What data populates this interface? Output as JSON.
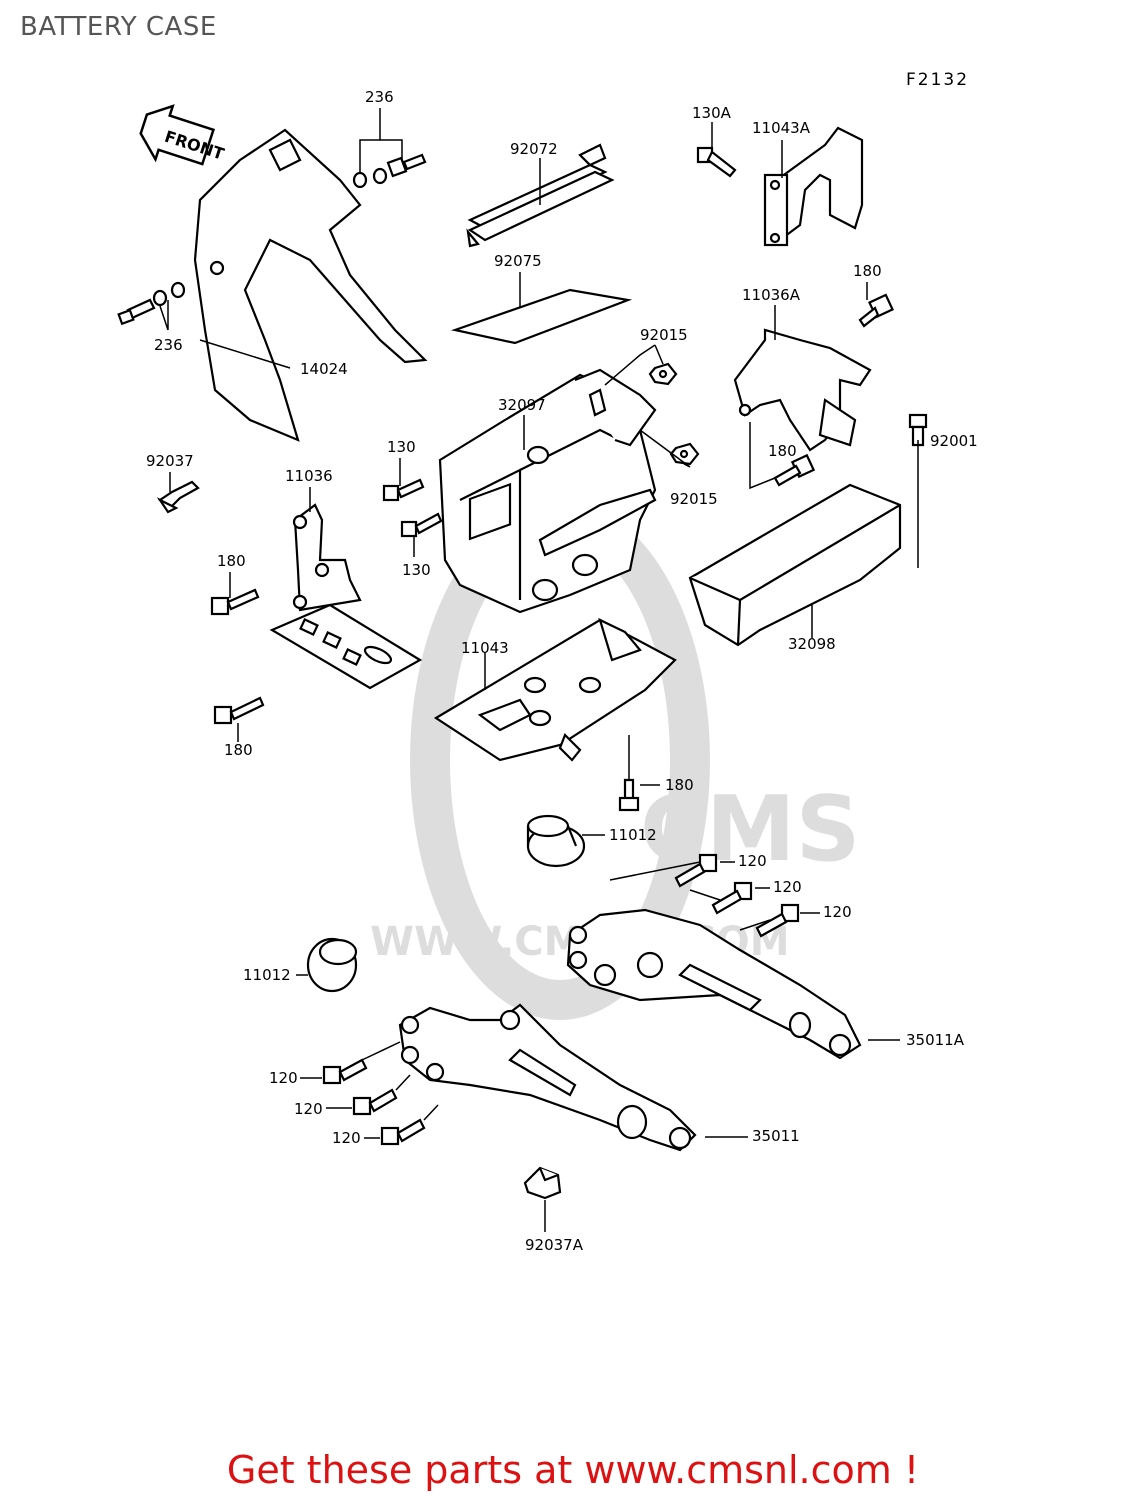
{
  "page": {
    "title": "BATTERY CASE",
    "figure_code": "F2132",
    "front_label": "FRONT",
    "promo_text": "Get these parts at www.cmsnl.com !",
    "watermark_text": "WWW.CMSNL.COM",
    "watermark_logo": "CMS",
    "promo_color": "#dd1111"
  },
  "labels": {
    "l236a": "236",
    "l236b": "236",
    "l92072": "92072",
    "l130A": "130A",
    "l11043A": "11043A",
    "l92075": "92075",
    "l180a": "180",
    "l11036A": "11036A",
    "l92015a": "92015",
    "l14024": "14024",
    "l32097": "32097",
    "l130a": "130",
    "l92037": "92037",
    "l11036": "11036",
    "l180b": "180",
    "l92001": "92001",
    "l92015b": "92015",
    "l180c": "180",
    "l130b": "130",
    "l32098": "32098",
    "l11043": "11043",
    "l180d": "180",
    "l180e": "180",
    "l11012a": "11012",
    "l120a": "120",
    "l120b": "120",
    "l120c": "120",
    "l11012b": "11012",
    "l35011A": "35011A",
    "l120d": "120",
    "l120e": "120",
    "l120f": "120",
    "l35011": "35011",
    "l92037A": "92037A"
  }
}
